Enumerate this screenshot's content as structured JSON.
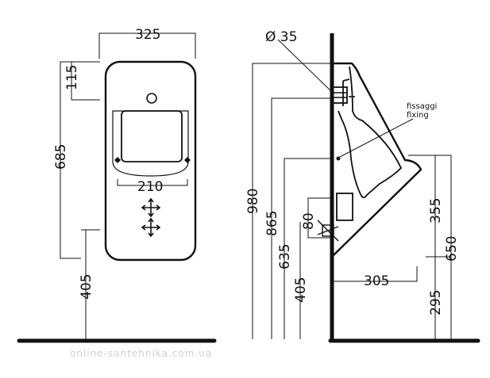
{
  "front_view": {
    "width_top": "325",
    "inner_width": "210",
    "height_total": "685",
    "height_top_offset": "115",
    "floor_height": "405"
  },
  "side_view": {
    "pipe_diameter": "Ø 35",
    "fixing_label_1": "fissaggi",
    "fixing_label_2": "fixing",
    "dim_980": "980",
    "dim_865": "865",
    "dim_635": "635",
    "dim_405": "405",
    "dim_80": "80",
    "dim_305": "305",
    "dim_355": "355",
    "dim_650": "650",
    "dim_295": "295"
  },
  "watermark": "online-santehnika.com.ua"
}
